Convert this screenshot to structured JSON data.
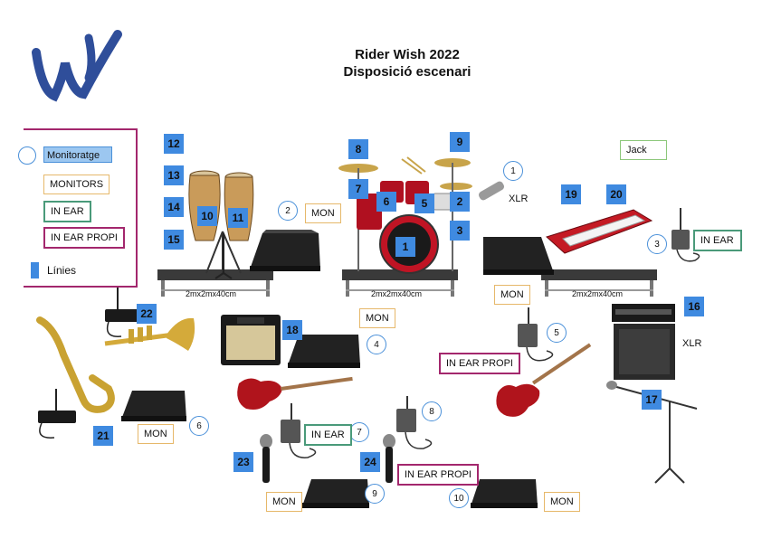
{
  "title": {
    "line1": "Rider Wish 2022",
    "line2": "Disposició escenari"
  },
  "logo": {
    "name": "logo-w",
    "color": "#2f4e9a"
  },
  "legend": {
    "items": [
      {
        "label": "Monitoratge"
      },
      {
        "label": "MONITORS"
      },
      {
        "label": "IN EAR"
      },
      {
        "label": "IN EAR PROPI"
      },
      {
        "label": "Línies"
      }
    ],
    "border_color": "#a3276d"
  },
  "riser_label": "2mx2mx40cm",
  "lines": [
    "1",
    "2",
    "3",
    "5",
    "6",
    "7",
    "8",
    "9",
    "10",
    "11",
    "12",
    "13",
    "14",
    "15",
    "16",
    "17",
    "18",
    "19",
    "20",
    "21",
    "22",
    "23",
    "24"
  ],
  "monitors": [
    "1",
    "2",
    "3",
    "4",
    "5",
    "6",
    "7",
    "8",
    "9",
    "10"
  ],
  "tags": {
    "mon": "MON",
    "in_ear": "IN EAR",
    "in_ear_propi": "IN EAR PROPI",
    "jack": "Jack",
    "xlr": "XLR"
  },
  "colors": {
    "line_box": "#3f8ae0",
    "mon_border": "#e6b86a",
    "in_ear_border": "#4a9a7a",
    "propi_border": "#a3276d",
    "jack_border": "#8cc77a"
  }
}
